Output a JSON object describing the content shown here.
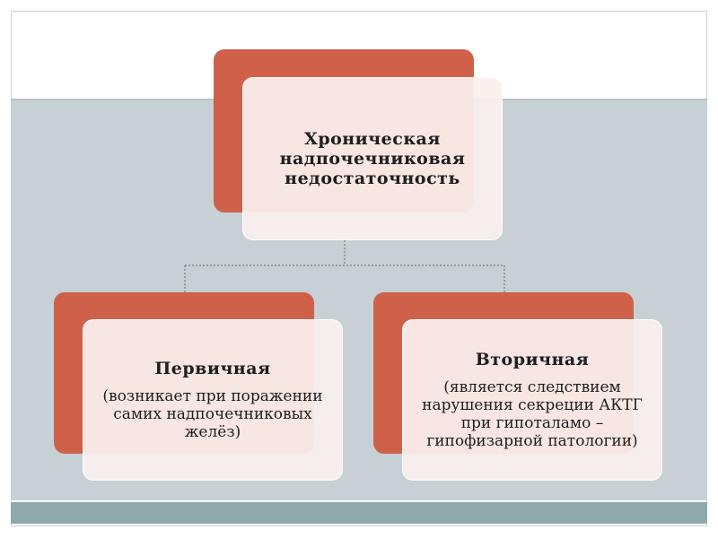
{
  "diagram": {
    "root": {
      "title": "Хроническая надпочечниковая недостаточность"
    },
    "children": [
      {
        "title": "Первичная",
        "description": "(возникает при поражении самих надпочечниковых желёз)"
      },
      {
        "title": "Вторичная",
        "description": "(является следствием нарушения секреции АКТГ при гипоталамо – гипофизарной патологии)"
      }
    ]
  },
  "colors": {
    "accent_red": "#cf614a",
    "card_fill": "#faf0ee",
    "gray_band": "#c7d0d5",
    "teal_band": "#8fa9aa"
  }
}
